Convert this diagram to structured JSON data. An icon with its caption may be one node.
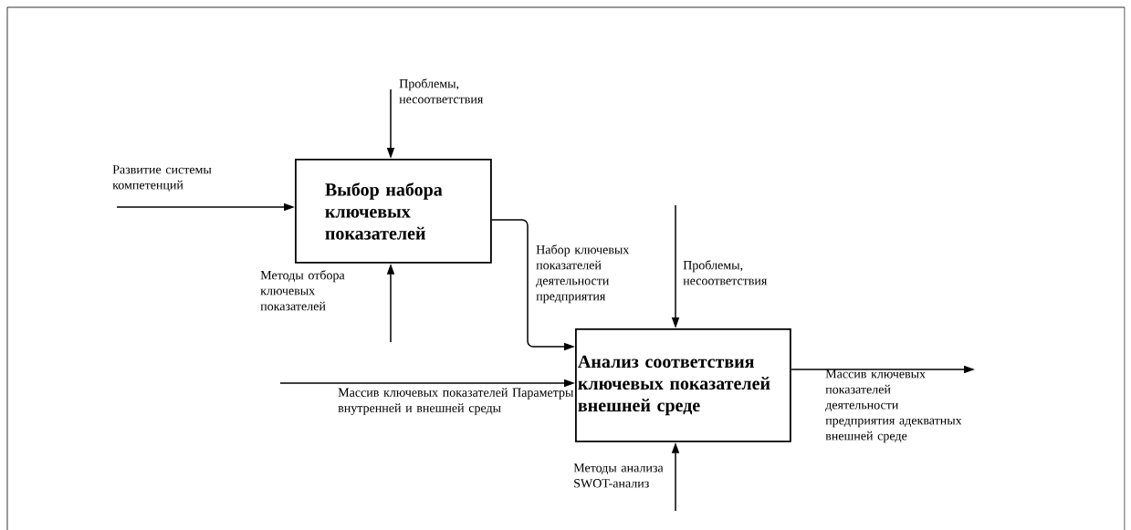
{
  "diagram": {
    "nodes": [
      {
        "text": [
          "Выбор набора ключевых показателей"
        ]
      },
      {
        "text": [
          "Анализ соответствия ключевых показателей внешней среде"
        ]
      }
    ],
    "edges": [
      {
        "from": null,
        "to": 0,
        "arrow": "to",
        "label": "Развитие системы компетенций"
      },
      {
        "from": null,
        "to": 0,
        "arrow": "to",
        "label": "Проблемы, несоответствия"
      },
      {
        "from": null,
        "to": 0,
        "arrow": "to",
        "label": "Методы отбора ключевых показателей"
      },
      {
        "from": 0,
        "to": 1,
        "arrow": "to",
        "label": "Набор ключевых показателей деятельности предприятия"
      },
      {
        "from": null,
        "to": 1,
        "arrow": "to",
        "label": "Проблемы, несоответствия"
      },
      {
        "from": null,
        "to": 1,
        "arrow": "to",
        "label": "Массив ключевых показателей Параметры внутренней и внешней среды"
      },
      {
        "from": null,
        "to": 1,
        "arrow": "to",
        "label": "Методы анализа SWOT-анализ"
      },
      {
        "from": 1,
        "to": null,
        "arrow": "to",
        "label": "Массив ключевых показателей деятельности предприятия адекватных внешней среде"
      }
    ]
  }
}
